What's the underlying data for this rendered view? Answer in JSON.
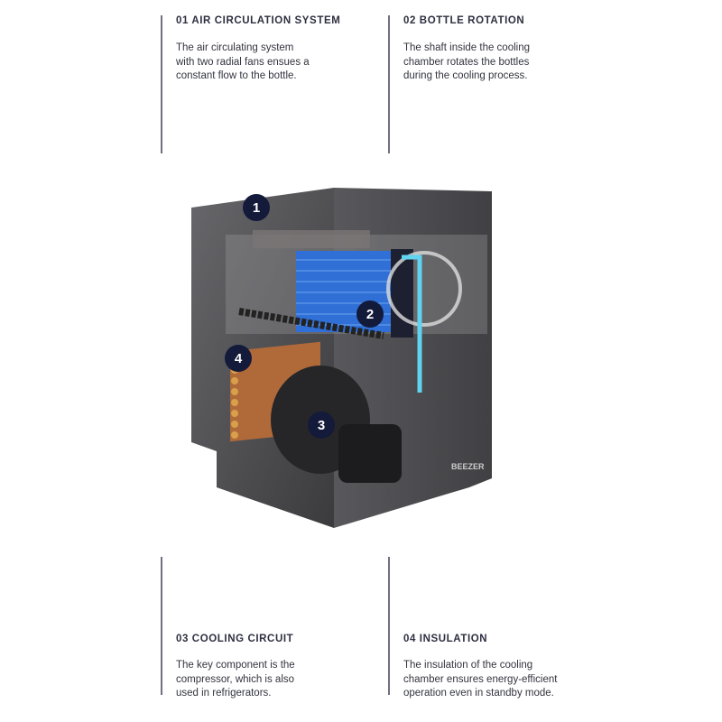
{
  "features": [
    {
      "title": "01 AIR CIRCULATION SYSTEM",
      "lines": [
        "The air circulating system",
        "with two radial fans ensues a",
        "constant flow to the bottle."
      ]
    },
    {
      "title": "02 BOTTLE ROTATION",
      "lines": [
        "The shaft inside the cooling",
        "chamber rotates the bottles",
        "during the cooling process."
      ]
    },
    {
      "title": "03 COOLING CIRCUIT",
      "lines": [
        "The key component is the",
        "compressor, which is also",
        "used in refrigerators."
      ]
    },
    {
      "title": "04 INSULATION",
      "lines": [
        "The insulation of the cooling",
        "chamber ensures energy-efficient",
        "operation even in standby mode."
      ]
    }
  ],
  "markers": [
    "1",
    "2",
    "3",
    "4"
  ],
  "brand_label": "BEEZER",
  "colors": {
    "marker": "#131a3a",
    "divider": "#6f7080",
    "coil": "#2f6fd6",
    "tube": "#5fd3f0",
    "condenser": "#b06a3a"
  }
}
